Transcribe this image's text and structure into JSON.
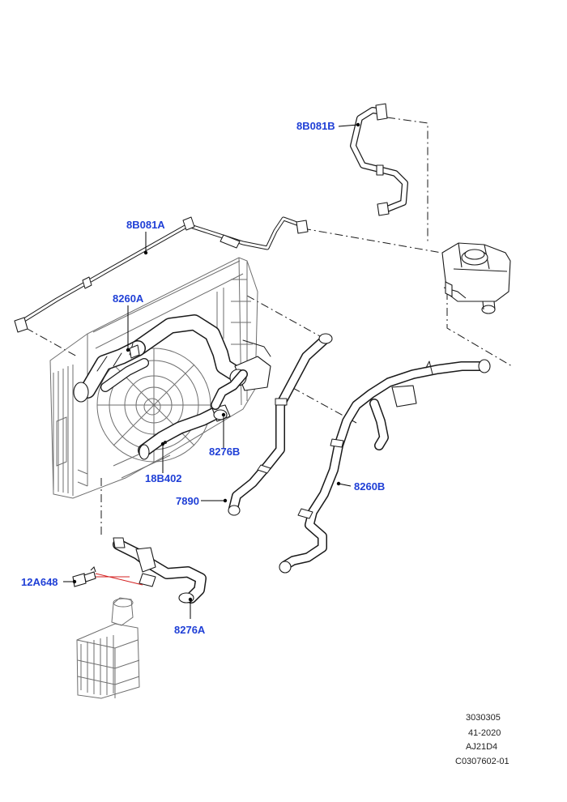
{
  "callouts": {
    "p_8b081b": "8B081B",
    "p_8b081a": "8B081A",
    "p_8260a": "8260A",
    "p_8276b": "8276B",
    "p_18b402": "18B402",
    "p_8260b": "8260B",
    "p_7890": "7890",
    "p_12a648": "12A648",
    "p_8276a": "8276A"
  },
  "info_block": {
    "line1": "3030305",
    "line2": "41-2020",
    "line3": "AJ21D4",
    "line4": "C0307602-01"
  },
  "colors": {
    "callout_text": "#1f3fd6",
    "leader_line": "#000000",
    "hose_fill": "#ffffff",
    "hose_stroke": "#1a1a1a",
    "component_stroke": "#6e6e6e",
    "red_leader": "#d42020"
  }
}
